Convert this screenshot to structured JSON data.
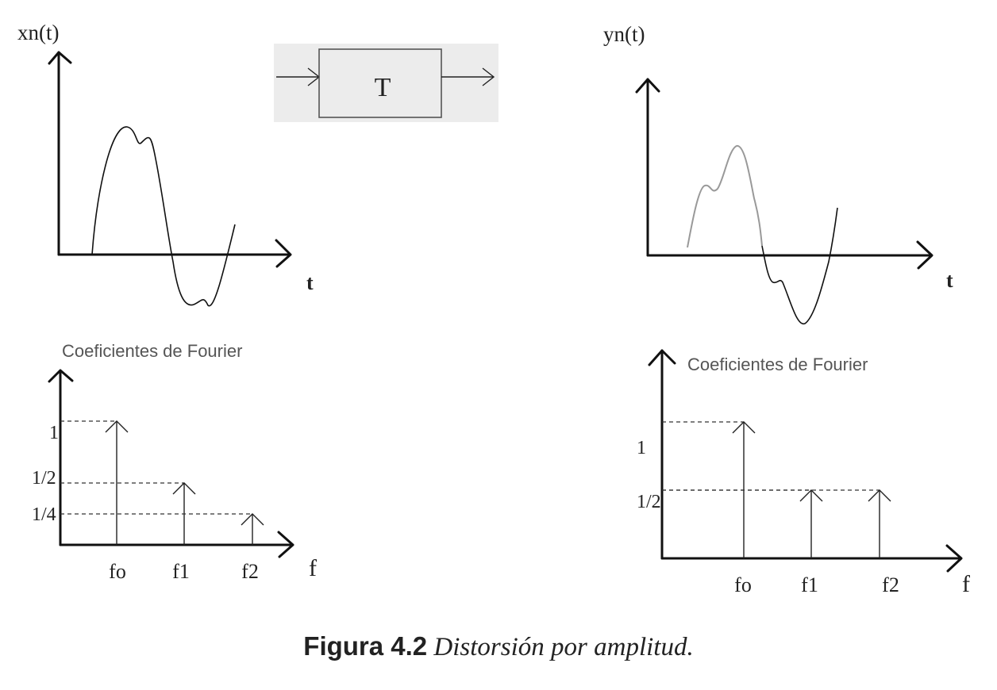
{
  "block": {
    "label": "T",
    "background": "#ececec"
  },
  "input_plot": {
    "ylabel": "xn(t)",
    "xlabel": "t",
    "spectrum_title": "Coeficientes de Fourier",
    "spectrum_xlabel": "f",
    "freq_labels": [
      "fo",
      "f1",
      "f2"
    ],
    "level_labels": [
      "1",
      "1/2",
      "1/4"
    ],
    "amplitudes": [
      1,
      0.5,
      0.25
    ]
  },
  "output_plot": {
    "ylabel": "yn(t)",
    "xlabel": "t",
    "spectrum_title": "Coeficientes de Fourier",
    "spectrum_xlabel": "f",
    "freq_labels": [
      "fo",
      "f1",
      "f2"
    ],
    "level_labels": [
      "1",
      "1/2"
    ],
    "amplitudes": [
      1,
      0.5,
      0.5
    ]
  },
  "caption": {
    "number": "Figura 4.2",
    "text": "Distorsión por amplitud."
  }
}
